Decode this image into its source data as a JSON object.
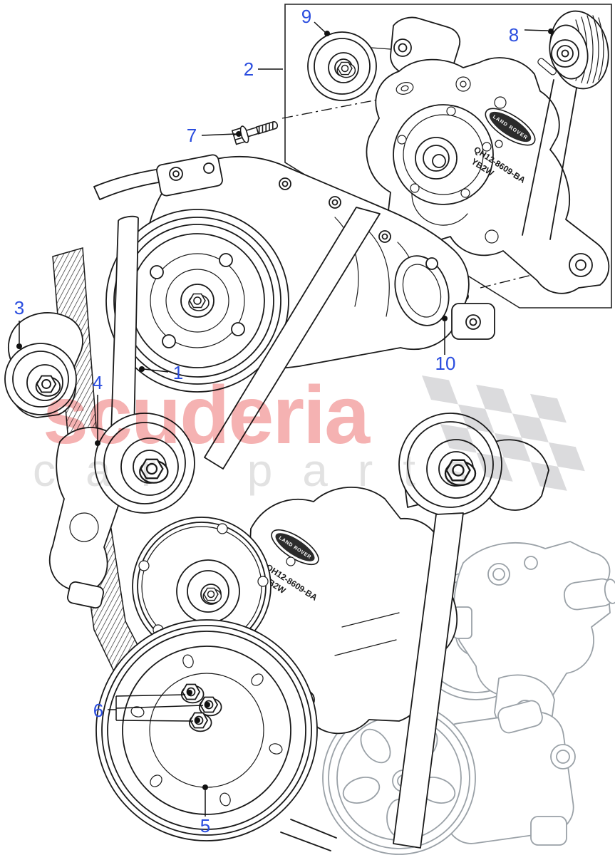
{
  "watermark": {
    "brand": "scuderia",
    "subtitle": "car parts",
    "brand_color": "#f5b2b2",
    "subtitle_color": "#e2e2e2",
    "flag_color": "#dbdbdd"
  },
  "colors": {
    "callout": "#2a4ddf",
    "line": "#1a1a1a",
    "muted": "#9aa1a7"
  },
  "bracket_label": {
    "line1": "QH12-8609-BA",
    "line2": "YB2W"
  },
  "logo_text": "LAND ROVER",
  "callouts": [
    {
      "label": "1"
    },
    {
      "label": "2"
    },
    {
      "label": "3"
    },
    {
      "label": "4"
    },
    {
      "label": "5"
    },
    {
      "label": "6"
    },
    {
      "label": "7"
    },
    {
      "label": "8"
    },
    {
      "label": "9"
    },
    {
      "label": "10"
    }
  ]
}
